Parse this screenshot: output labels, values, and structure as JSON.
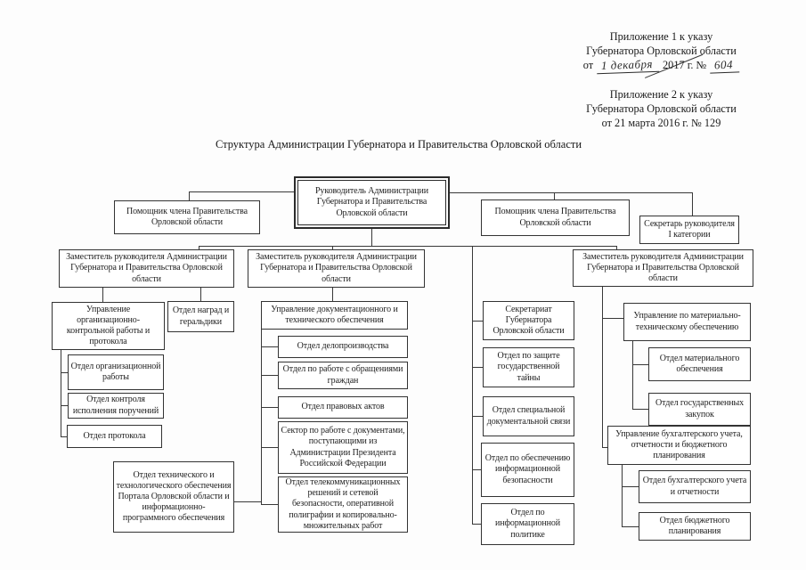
{
  "header": {
    "annex1": {
      "line1": "Приложение 1 к указу",
      "line2": "Губернатора Орловской области",
      "date_prefix": "от",
      "handwritten_date": "1 декабря",
      "date_middle": "2017 г. №",
      "handwritten_number": "604"
    },
    "annex2": {
      "line1": "Приложение 2 к указу",
      "line2": "Губернатора Орловской области",
      "line3": "от 21 марта 2016 г. № 129"
    }
  },
  "title": "Структура Администрации Губернатора и Правительства Орловской области",
  "org": {
    "root": "Руководитель Администрации Губернатора и Правительства Орловской области",
    "assistant_left": "Помощник члена Правительства Орловской области",
    "assistant_right": "Помощник члена Правительства Орловской области",
    "secretary": "Секретарь руководителя I категории",
    "deputy1": "Заместитель руководителя Администрации Губернатора и Правительства Орловской области",
    "deputy2": "Заместитель руководителя Администрации Губернатора и Правительства Орловской области",
    "deputy3": "Заместитель руководителя Администрации Губернатора и Правительства Орловской области",
    "upr_org_control": "Управление организационно-контрольной работы и протокола",
    "otd_org_raboty": "Отдел организационной работы",
    "otd_kontrolya": "Отдел контроля исполнения поручений",
    "otd_protokola": "Отдел протокола",
    "otd_nagrad": "Отдел наград и геральдики",
    "otd_tech_portal": "Отдел технического и технологического обеспечения Портала Орловской области и информационно-программного обеспечения",
    "upr_dok": "Управление документационного и технического обеспечения",
    "otd_deloproizvodstva": "Отдел делопроизводства",
    "otd_obrashcheniya": "Отдел по работе с обращениями граждан",
    "otd_pravovyh_aktov": "Отдел правовых актов",
    "sektor_dokumenty": "Сектор по работе с документами, поступающими из Администрации Президента Российской Федерации",
    "otd_telekom": "Отдел телекоммуникационных решений и сетевой безопасности, оперативной полиграфии и копировально-множительных работ",
    "sekretariat": "Секретариат Губернатора Орловской области",
    "otd_gostayna": "Отдел по защите государственной тайны",
    "otd_spec_svyazi": "Отдел специальной документальной связи",
    "otd_infobez": "Отдел по обеспечению информационной безопасности",
    "otd_infopolitika": "Отдел по информационной политике",
    "upr_mat_teh": "Управление по материально-техническому обеспечению",
    "otd_mat_obespecheniya": "Отдел материального обеспечения",
    "otd_goszakupok": "Отдел государственных закупок",
    "upr_buhgalterii": "Управление бухгалтерского учета, отчетности и бюджетного планирования",
    "otd_buh_ucheta": "Отдел бухгалтерского учета и отчетности",
    "otd_budget_plan": "Отдел бюджетного планирования"
  }
}
